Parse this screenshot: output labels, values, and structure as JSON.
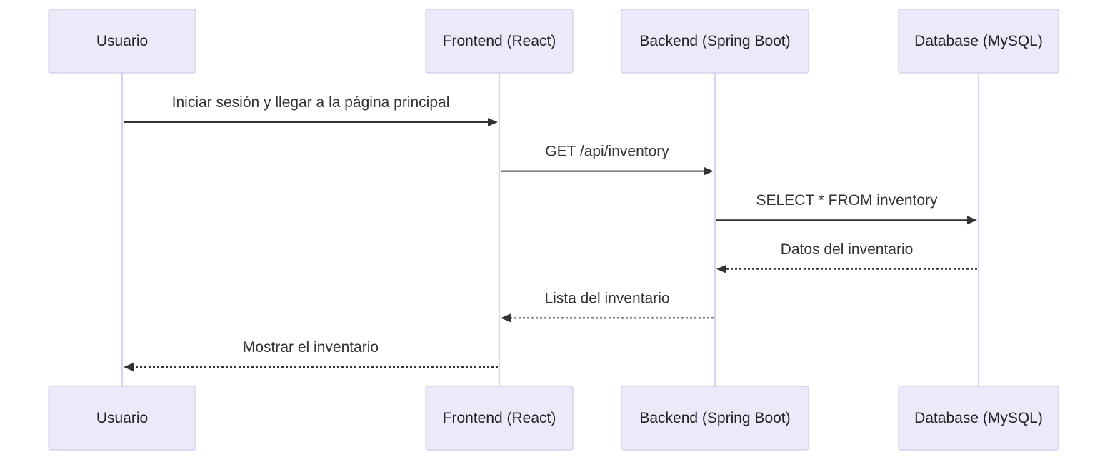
{
  "participants": [
    {
      "id": "usuario",
      "label": "Usuario"
    },
    {
      "id": "frontend",
      "label": "Frontend (React)"
    },
    {
      "id": "backend",
      "label": "Backend (Spring Boot)"
    },
    {
      "id": "database",
      "label": "Database (MySQL)"
    }
  ],
  "messages": [
    {
      "from": "usuario",
      "to": "frontend",
      "label": "Iniciar sesión y llegar a la página principal",
      "style": "solid"
    },
    {
      "from": "frontend",
      "to": "backend",
      "label": "GET /api/inventory",
      "style": "solid"
    },
    {
      "from": "backend",
      "to": "database",
      "label": "SELECT * FROM inventory",
      "style": "solid"
    },
    {
      "from": "database",
      "to": "backend",
      "label": "Datos del inventario",
      "style": "dashed"
    },
    {
      "from": "backend",
      "to": "frontend",
      "label": "Lista del inventario",
      "style": "dashed"
    },
    {
      "from": "frontend",
      "to": "usuario",
      "label": "Mostrar el inventario",
      "style": "dashed"
    }
  ],
  "colors": {
    "actor_fill": "#eaeafa",
    "actor_border": "#cfcdea",
    "lifeline": "#d8d4ef",
    "message": "#333333"
  }
}
